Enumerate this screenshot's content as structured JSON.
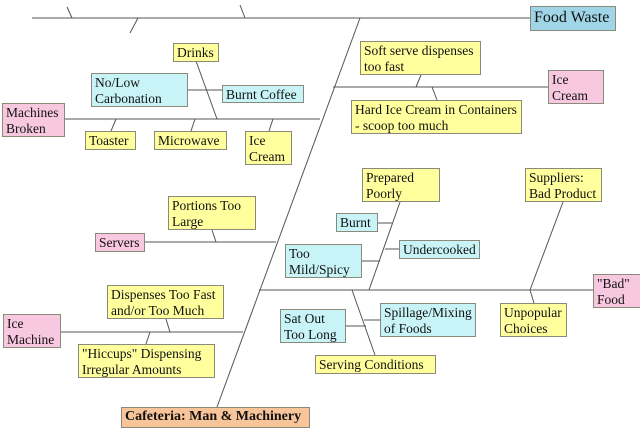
{
  "effect": "Food Waste",
  "categories": {
    "machines_broken": {
      "label": "Machines\nBroken",
      "causes": [
        "Drinks",
        "No/Low\nCarbonation",
        "Burnt Coffee",
        "Toaster",
        "Microwave",
        "Ice\nCream"
      ]
    },
    "ice_cream": {
      "label": "Ice\nCream",
      "causes": [
        "Soft serve dispenses\ntoo fast",
        "Hard Ice Cream in Containers\n- scoop too much"
      ]
    },
    "servers": {
      "label": "Servers",
      "causes": [
        "Portions Too\nLarge"
      ]
    },
    "ice_machine": {
      "label": "Ice\nMachine",
      "causes": [
        "Dispenses Too Fast\nand/or Too Much",
        "\"Hiccups\" Dispensing\nIrregular Amounts"
      ]
    },
    "bad_food": {
      "label": "\"Bad\"\nFood",
      "causes": [
        "Prepared\nPoorly",
        "Burnt",
        "Undercooked",
        "Too\nMild/Spicy",
        "Serving Conditions",
        "Spillage/Mixing\nof Foods",
        "Sat Out\nToo Long",
        "Suppliers:\nBad Product",
        "Unpopular\nChoices"
      ]
    }
  },
  "main_category": "Cafeteria: Man & Machinery",
  "colors": {
    "effect": "#9fd5e6",
    "category": "#f8c8e0",
    "cause": "#ffff9e",
    "subcause": "#c8f4f8",
    "main": "#f8c49a"
  }
}
